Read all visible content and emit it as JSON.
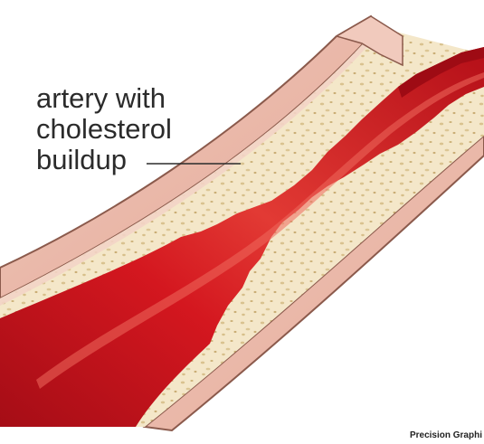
{
  "label": {
    "line1": "artery with",
    "line2": "cholesterol",
    "line3": "buildup"
  },
  "credit": "Precision Graphi",
  "colors": {
    "wall": "#e9b9ab",
    "wall_edge": "#8b5a4c",
    "plaque": "#f2e4c4",
    "plaque_speck": "#d6c08e",
    "blood": "#c8121c",
    "blood_dark": "#9e0b14",
    "blood_highlight": "#e6453a"
  }
}
